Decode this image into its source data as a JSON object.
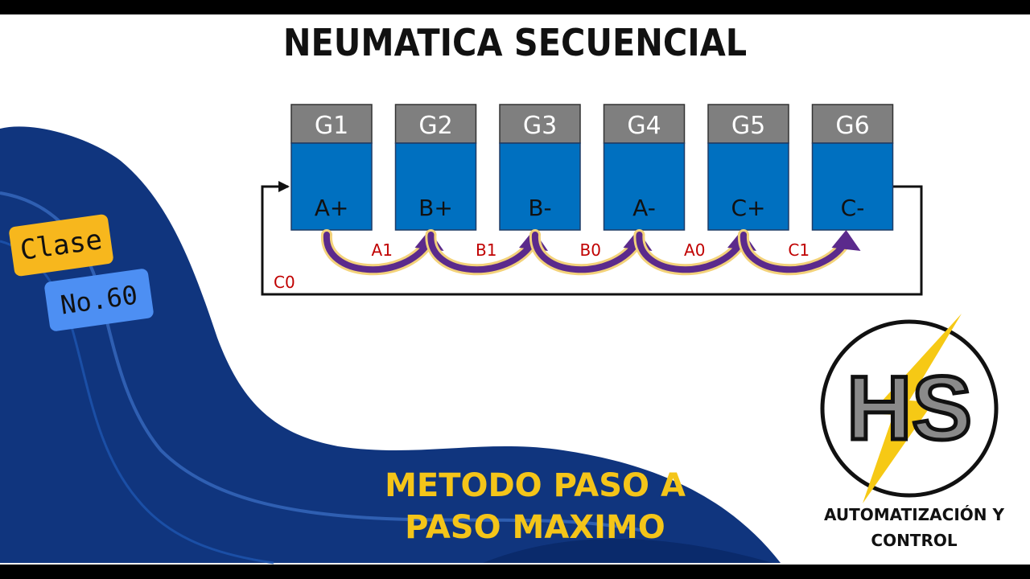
{
  "title": "NEUMATICA SECUENCIAL",
  "badge": {
    "line1": "Clase",
    "line2": "No.60"
  },
  "subtitle": {
    "line1": "METODO PASO A",
    "line2": "PASO MAXIMO"
  },
  "diagram": {
    "groups": [
      {
        "id": "G1",
        "action": "A+"
      },
      {
        "id": "G2",
        "action": "B+"
      },
      {
        "id": "G3",
        "action": "B-"
      },
      {
        "id": "G4",
        "action": "A-"
      },
      {
        "id": "G5",
        "action": "C+"
      },
      {
        "id": "G6",
        "action": "C-"
      }
    ],
    "transitions": [
      "A1",
      "B1",
      "B0",
      "A0",
      "C1"
    ],
    "return_signal": "C0"
  },
  "logo": {
    "text": "HS",
    "caption_line1": "AUTOMATIZACIÓN Y",
    "caption_line2": "CONTROL"
  },
  "colors": {
    "header_gray": "#7f7f7f",
    "action_blue": "#0070c0",
    "arrow_purple": "#5b2a8c",
    "arrow_glow": "#f3d27a",
    "signal_red": "#c00000",
    "wave_dark": "#10357e",
    "wave_mid": "#1a4fa3",
    "badge_yellow": "#f7b71d",
    "badge_blue": "#4d8ff3",
    "subtitle_yellow": "#f4c519",
    "bolt_yellow": "#f6c915"
  }
}
